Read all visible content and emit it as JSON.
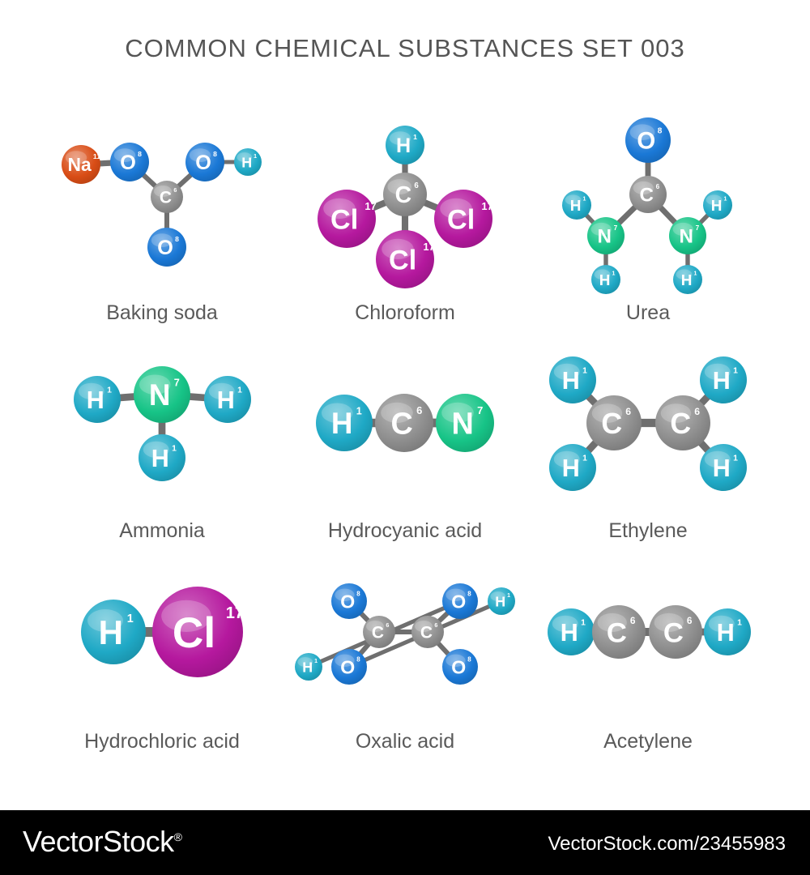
{
  "title": "COMMON CHEMICAL SUBSTANCES SET 003",
  "elements": {
    "Na": {
      "number": "11",
      "color": "#d94d16"
    },
    "O": {
      "number": "8",
      "color": "#1a78d6"
    },
    "H": {
      "number": "1",
      "color": "#1fa9c6"
    },
    "C": {
      "number": "6",
      "color": "#8e8e8e"
    },
    "Cl": {
      "number": "17",
      "color": "#b5189e"
    },
    "N": {
      "number": "7",
      "color": "#17c487"
    }
  },
  "molecules": [
    {
      "name": "Baking soda",
      "atoms": [
        "Na",
        "O",
        "O",
        "H",
        "C",
        "O"
      ],
      "bonds": [
        [
          0,
          1
        ],
        [
          1,
          4
        ],
        [
          2,
          4
        ],
        [
          2,
          3
        ],
        [
          4,
          5
        ]
      ]
    },
    {
      "name": "Chloroform",
      "atoms": [
        "H",
        "C",
        "Cl",
        "Cl",
        "Cl"
      ],
      "bonds": [
        [
          0,
          1
        ],
        [
          1,
          2
        ],
        [
          1,
          3
        ],
        [
          1,
          4
        ]
      ]
    },
    {
      "name": "Urea",
      "atoms": [
        "O",
        "C",
        "N",
        "N",
        "H",
        "H",
        "H",
        "H"
      ],
      "bonds": [
        [
          0,
          1
        ],
        [
          1,
          2
        ],
        [
          1,
          3
        ],
        [
          2,
          4
        ],
        [
          2,
          5
        ],
        [
          3,
          6
        ],
        [
          3,
          7
        ]
      ]
    },
    {
      "name": "Ammonia",
      "atoms": [
        "N",
        "H",
        "H",
        "H"
      ],
      "bonds": [
        [
          0,
          1
        ],
        [
          0,
          2
        ],
        [
          0,
          3
        ]
      ]
    },
    {
      "name": "Hydrocyanic acid",
      "atoms": [
        "H",
        "C",
        "N"
      ],
      "bonds": [
        [
          0,
          1
        ],
        [
          1,
          2
        ]
      ]
    },
    {
      "name": "Ethylene",
      "atoms": [
        "C",
        "C",
        "H",
        "H",
        "H",
        "H"
      ],
      "bonds": [
        [
          0,
          1
        ],
        [
          0,
          2
        ],
        [
          0,
          3
        ],
        [
          1,
          4
        ],
        [
          1,
          5
        ]
      ]
    },
    {
      "name": "Hydrochloric acid",
      "atoms": [
        "H",
        "Cl"
      ],
      "bonds": [
        [
          0,
          1
        ]
      ]
    },
    {
      "name": "Oxalic acid",
      "atoms": [
        "C",
        "C",
        "O",
        "O",
        "O",
        "H",
        "O",
        "H"
      ],
      "bonds": [
        [
          0,
          1
        ],
        [
          0,
          2
        ],
        [
          0,
          3
        ],
        [
          3,
          5
        ],
        [
          1,
          4
        ],
        [
          1,
          6
        ],
        [
          4,
          7
        ]
      ]
    },
    {
      "name": "Acetylene",
      "atoms": [
        "H",
        "C",
        "C",
        "H"
      ],
      "bonds": [
        [
          0,
          1
        ],
        [
          1,
          2
        ],
        [
          2,
          3
        ]
      ]
    }
  ],
  "footer": {
    "brand": "VectorStock",
    "brand_mark": "®",
    "image_id": "VectorStock.com/23455983"
  }
}
